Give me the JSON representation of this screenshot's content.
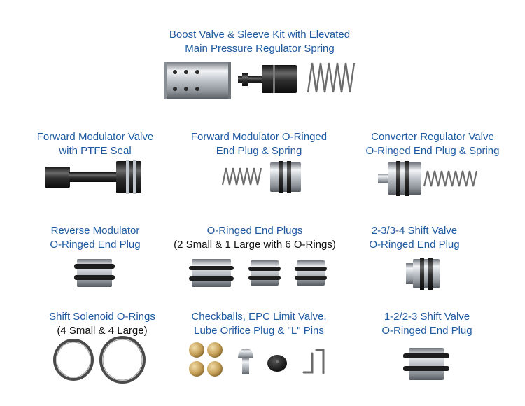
{
  "palette": {
    "caption_blue": "#1e5aa0",
    "sub_text": "#111111",
    "metal": "#b7bcc4",
    "dark": "#2a2a2a",
    "brass": "#c9a45c"
  },
  "items": [
    {
      "id": "boost-valve-kit",
      "lines": [
        "Boost Valve & Sleeve Kit with Elevated",
        "Main Pressure Regulator Spring"
      ]
    },
    {
      "id": "forward-modulator-valve",
      "lines": [
        "Forward Modulator Valve",
        "with PTFE Seal"
      ]
    },
    {
      "id": "forward-modulator-end-plug",
      "lines": [
        "Forward Modulator O-Ringed",
        "End Plug & Spring"
      ]
    },
    {
      "id": "converter-regulator-end-plug",
      "lines": [
        "Converter Regulator Valve",
        "O-Ringed End Plug & Spring"
      ]
    },
    {
      "id": "reverse-modulator-end-plug",
      "lines": [
        "Reverse Modulator",
        "O-Ringed End Plug"
      ]
    },
    {
      "id": "o-ringed-end-plugs",
      "lines": [
        "O-Ringed End Plugs"
      ],
      "sub": "(2 Small & 1 Large with 6 O-Rings)"
    },
    {
      "id": "shift-valve-234",
      "lines": [
        "2-3/3-4 Shift Valve",
        "O-Ringed End Plug"
      ]
    },
    {
      "id": "shift-solenoid-o-rings",
      "lines": [
        "Shift Solenoid O-Rings"
      ],
      "sub": "(4 Small & 4 Large)"
    },
    {
      "id": "checkballs-epc",
      "lines": [
        "Checkballs, EPC Limit Valve,",
        "Lube Orifice Plug & \"L\" Pins"
      ]
    },
    {
      "id": "shift-valve-1223",
      "lines": [
        "1-2/2-3 Shift Valve",
        "O-Ringed End Plug"
      ]
    }
  ]
}
